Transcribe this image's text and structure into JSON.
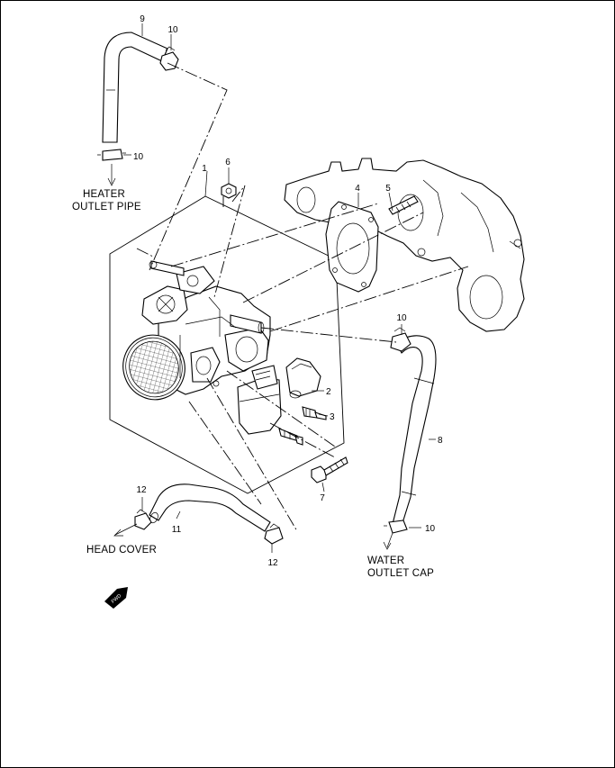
{
  "callouts": {
    "p1": "1",
    "p2": "2",
    "p3": "3",
    "p4": "4",
    "p5": "5",
    "p6": "6",
    "p7": "7",
    "p8": "8",
    "p9": "9",
    "p10": "10",
    "p11": "11",
    "p12": "12"
  },
  "labels": {
    "heater_line1": "HEATER",
    "heater_line2": "OUTLET PIPE",
    "head_cover": "HEAD COVER",
    "water_line1": "WATER",
    "water_line2": "OUTLET CAP",
    "fwd": "FWD"
  },
  "colors": {
    "line": "#000000",
    "background": "#ffffff"
  }
}
